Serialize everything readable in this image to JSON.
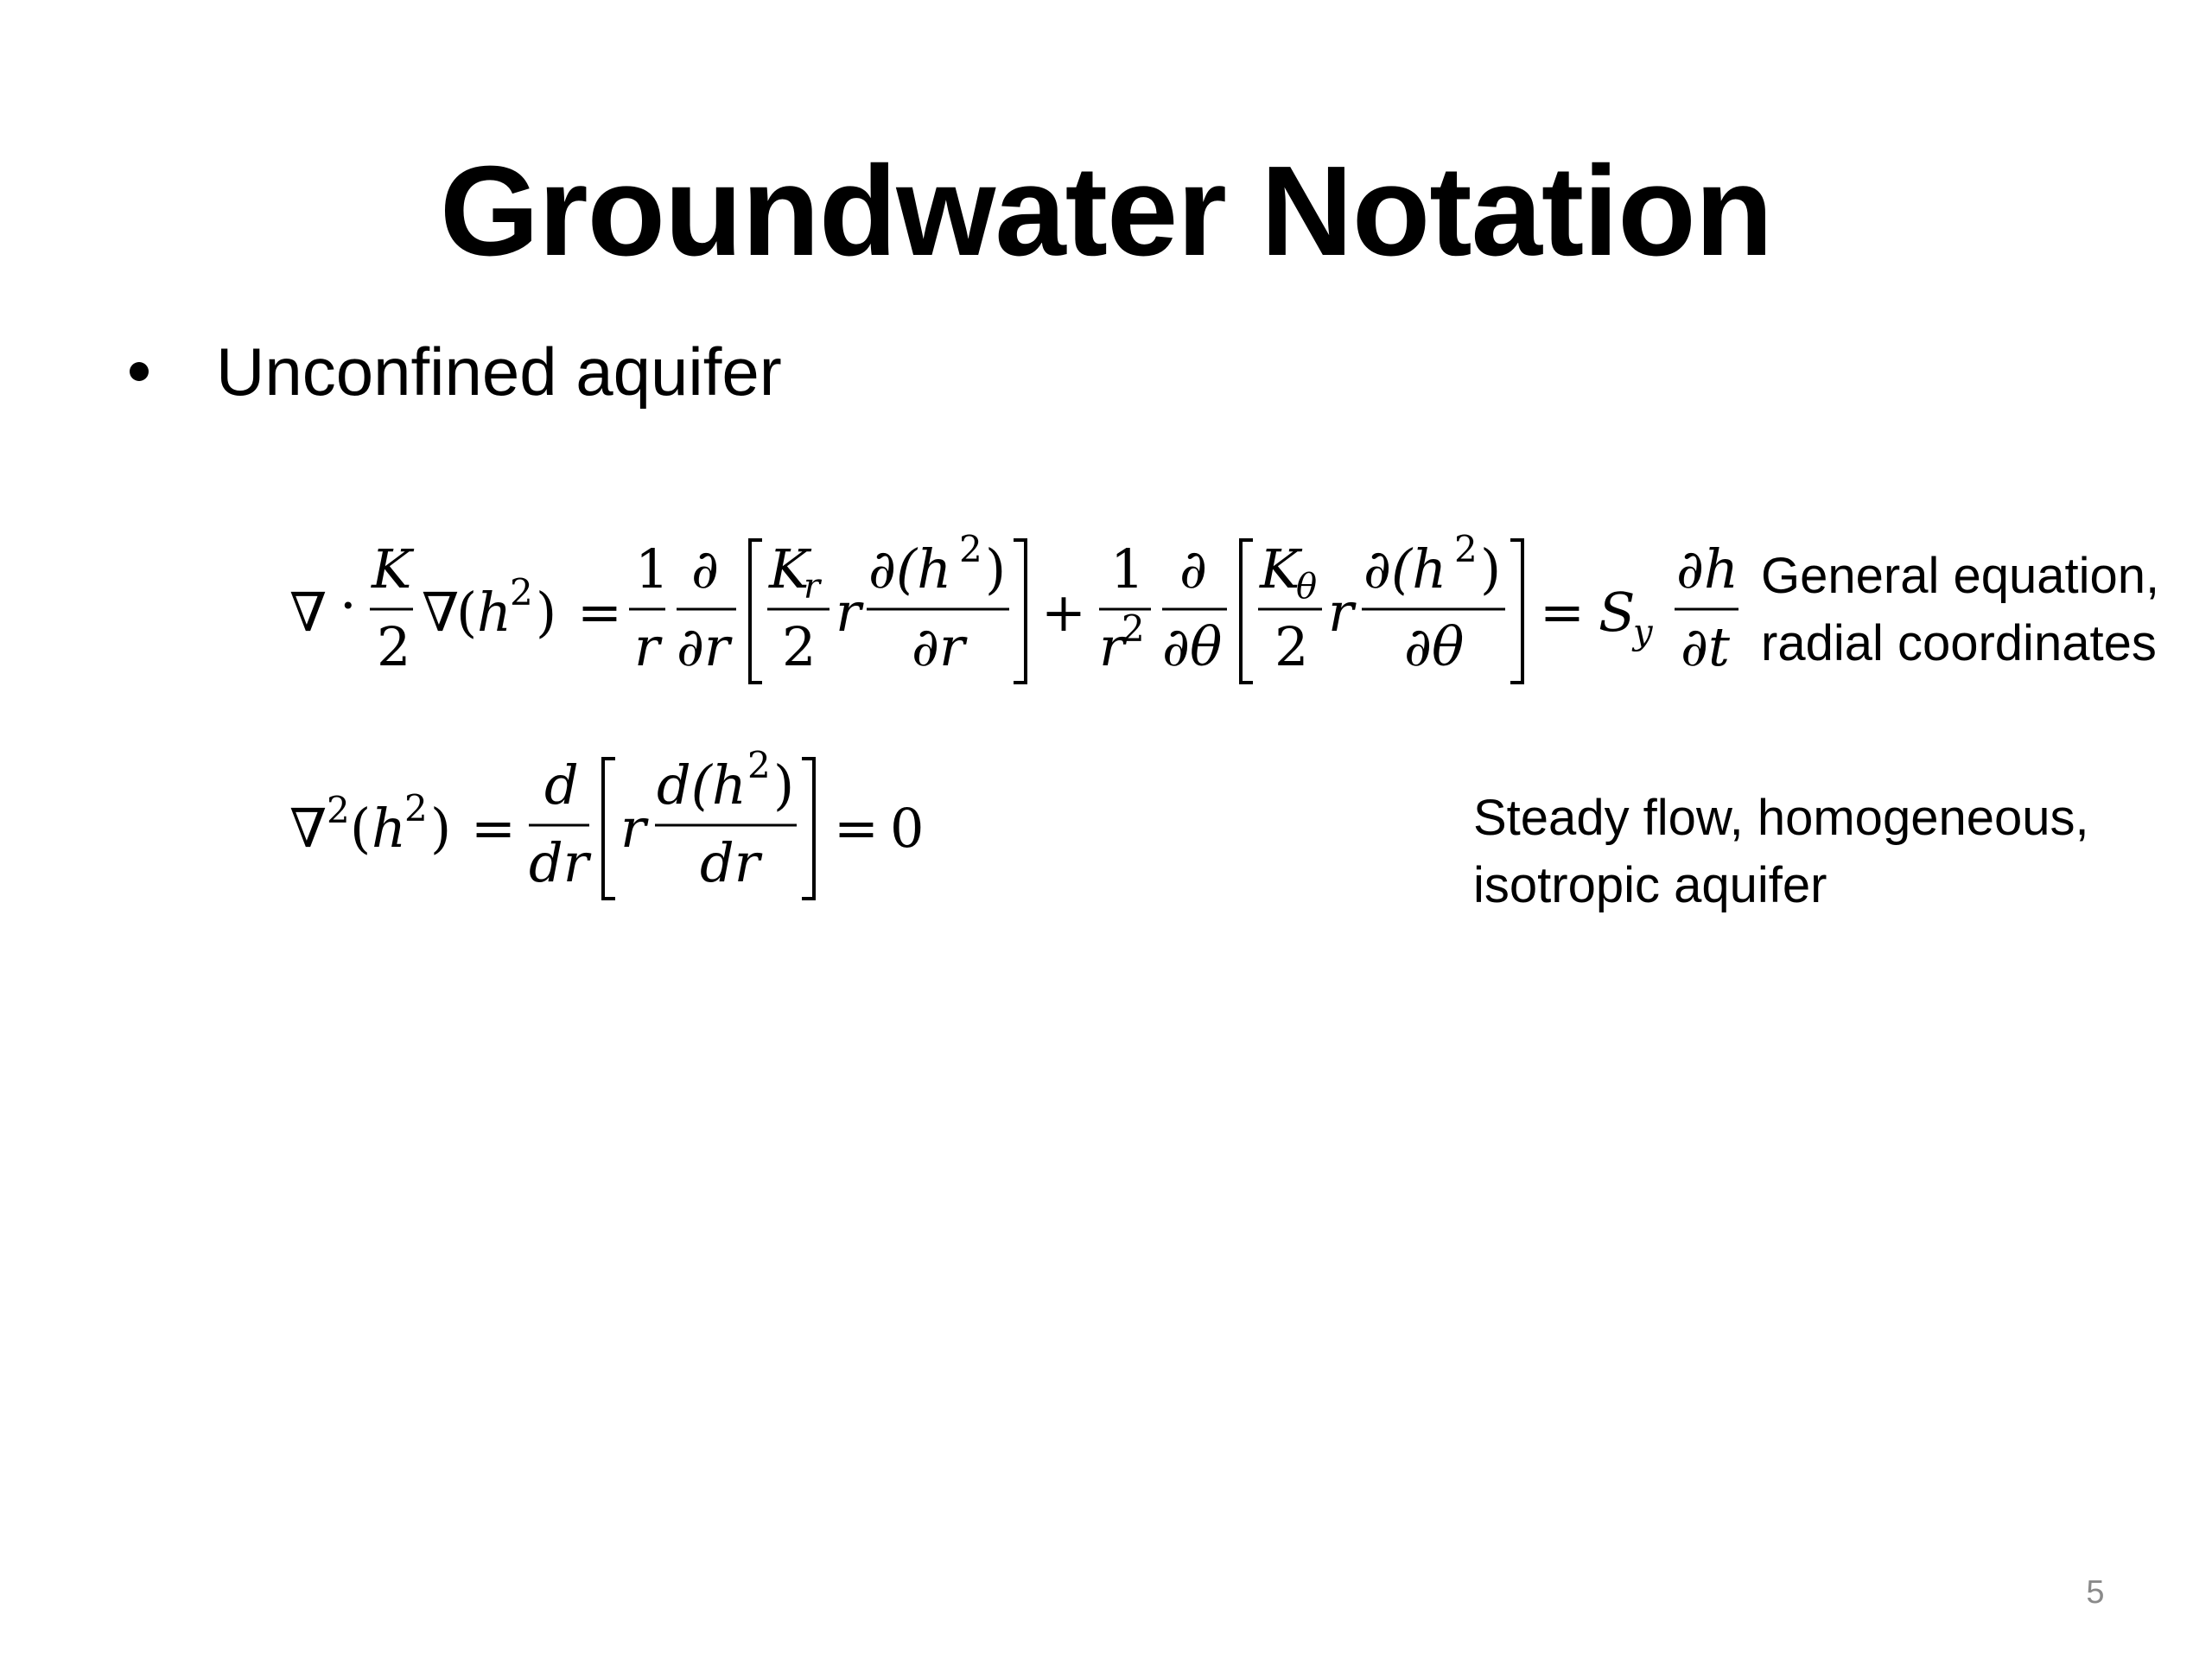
{
  "slide": {
    "title": "Groundwater Notation",
    "bullet": "Unconfined aquifer",
    "equations": {
      "general": {
        "note_line1": "General equation,",
        "note_line2": "radial coordinates"
      },
      "steady": {
        "note_line1": "Steady flow, homogeneous,",
        "note_line2": "isotropic aquifer"
      }
    },
    "page_number": "5"
  }
}
